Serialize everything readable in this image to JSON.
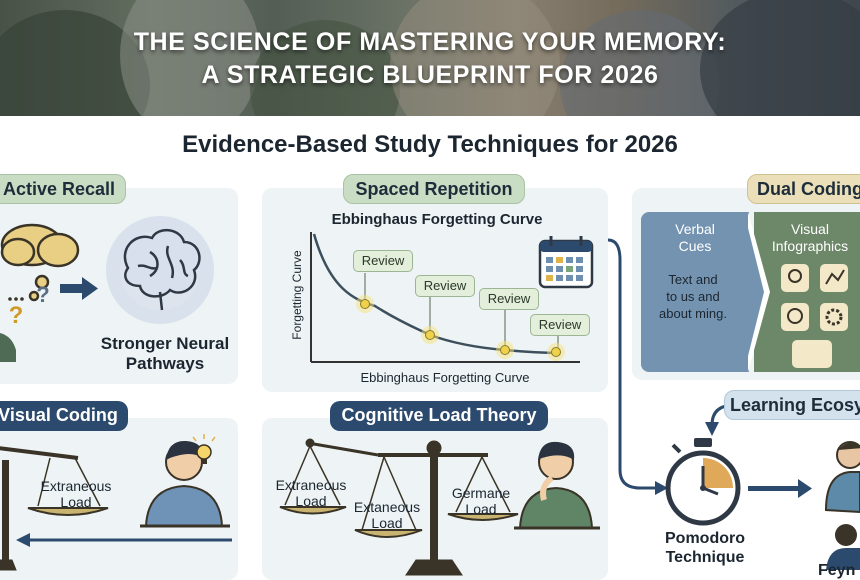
{
  "banner": {
    "title_line1": "THE SCIENCE OF MASTERING YOUR MEMORY:",
    "title_line2": "A STRATEGIC BLUEPRINT FOR 2026"
  },
  "main_title": "Evidence-Based Study Techniques for 2026",
  "active_recall": {
    "label": "Active Recall",
    "question_marks": [
      "?",
      "?"
    ],
    "caption_line1": "Stronger Neural",
    "caption_line2": "Pathways"
  },
  "spaced_repetition": {
    "label": "Spaced Repetition",
    "chart_title": "Ebbinghaus Forgetting Curve",
    "ylabel": "Forgetting Curve",
    "xlabel": "Ebbinghaus Forgetting Curve",
    "reviews": [
      "Review",
      "Review",
      "Review",
      "Review"
    ]
  },
  "dual_coding": {
    "label": "Dual Coding",
    "verbal_title_line1": "Verbal",
    "verbal_title_line2": "Cues",
    "verbal_text_line1": "Text and",
    "verbal_text_line2": "to us and",
    "verbal_text_line3": "about ming.",
    "visual_title_line1": "Visual",
    "visual_title_line2": "Infographics"
  },
  "visual_coding": {
    "label": "Visual Coding",
    "load_line1": "Extraneous",
    "load_line2": "Load"
  },
  "cognitive_load": {
    "label": "Cognitive Load Theory",
    "left_line1": "Extraneous",
    "left_line2": "Load",
    "middle_line1": "Extaneous",
    "middle_line2": "Load",
    "right_line1": "Germane",
    "right_line2": "Load"
  },
  "ecosystem": {
    "label": "Learning Ecosy",
    "pomodoro_line1": "Pomodoro",
    "pomodoro_line2": "Technique",
    "feynman": "Feyn"
  },
  "colors": {
    "navy": "#2c4a6e",
    "green_pill": "#c9dcc4",
    "blue_pill": "#d3e2ec",
    "sand_pill": "#eadfb8",
    "scale_brown": "#3a3428",
    "review_glow": "#f0d24a"
  },
  "icons": [
    "thought-cloud-icon",
    "brain-icon",
    "calendar-icon",
    "lightbulb-icon",
    "student-icon",
    "stopwatch-icon",
    "thinking-person-icon",
    "balance-scale-icon"
  ]
}
